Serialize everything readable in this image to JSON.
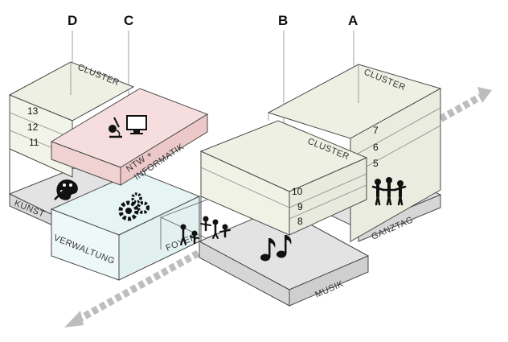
{
  "labels": {
    "letter_d": "D",
    "letter_c": "C",
    "letter_b": "B",
    "letter_a": "A"
  },
  "volumes": {
    "cluster_d": "CLUSTER",
    "cluster_a": "CLUSTER",
    "cluster_b": "CLUSTER",
    "ntw_line1": "NTW +",
    "ntw_line2": "INFORMATIK",
    "kunst": "KUNST",
    "verwaltung": "VERWALTUNG",
    "foyer": "FOYER",
    "musik": "MUSIK",
    "ganztag": "GANZTAG"
  },
  "levels": {
    "d": [
      "13",
      "12",
      "11"
    ],
    "a": [
      "7",
      "6",
      "5"
    ],
    "b": [
      "10",
      "9",
      "8"
    ]
  },
  "colors": {
    "cluster_fill": "#eef0e4",
    "ntw_fill": "#f6dede",
    "verwaltung_fill": "#e6f4f4",
    "ground_fill": "#e3e3e3",
    "arrow_fill": "#bdbdbd",
    "line": "#4a4a4a"
  },
  "icons": [
    "microscope-icon",
    "computer-monitor-icon",
    "palette-icon",
    "gears-icon",
    "people-icon",
    "music-notes-icon",
    "family-icon"
  ]
}
